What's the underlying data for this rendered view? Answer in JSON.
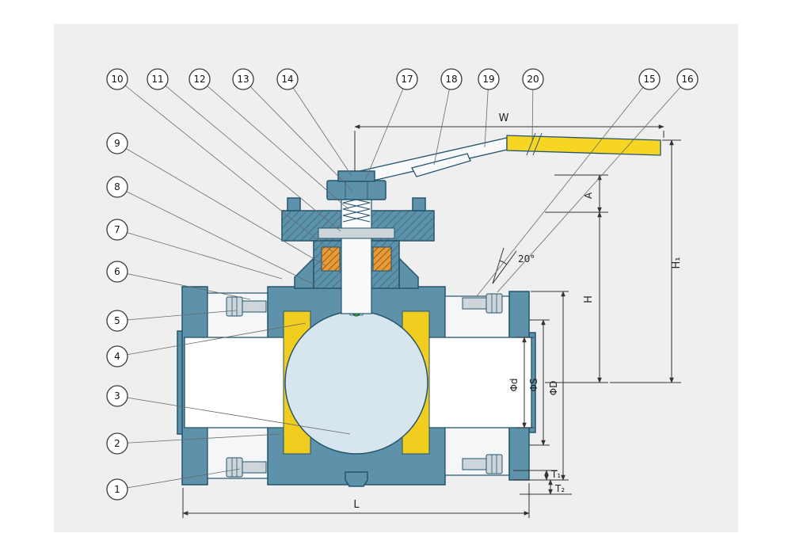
{
  "figure": {
    "type": "technical-sectional-diagram",
    "subject": "flanged ball valve cross-section with numbered part callouts and dimensions"
  },
  "colors": {
    "panel": "#efefef",
    "body_teal": "#5d92aa",
    "outline_dark": "#24546c",
    "seat_yellow": "#f0cd1f",
    "ball_blue": "#d6e5ee",
    "handle_yellow": "#f6d622",
    "packing_orange": "#e89a36",
    "metal_gray": "#ccd5da",
    "indicator_green": "#2fa23c",
    "dimension_line": "#333333"
  },
  "callouts": [
    {
      "label": "1"
    },
    {
      "label": "2"
    },
    {
      "label": "3"
    },
    {
      "label": "4"
    },
    {
      "label": "5"
    },
    {
      "label": "6"
    },
    {
      "label": "7"
    },
    {
      "label": "8"
    },
    {
      "label": "9"
    },
    {
      "label": "10"
    },
    {
      "label": "11"
    },
    {
      "label": "12"
    },
    {
      "label": "13"
    },
    {
      "label": "14"
    },
    {
      "label": "15"
    },
    {
      "label": "16"
    },
    {
      "label": "17"
    },
    {
      "label": "18"
    },
    {
      "label": "19"
    },
    {
      "label": "20"
    }
  ],
  "dimensions": {
    "w": "W",
    "a": "A",
    "h1": "H₁",
    "h": "H",
    "phi_d": "Φd",
    "phi_s": "ΦS",
    "phi_big_d": "ΦD",
    "t1": "T₁",
    "t2": "T₂",
    "l": "L",
    "angle": "20°"
  }
}
